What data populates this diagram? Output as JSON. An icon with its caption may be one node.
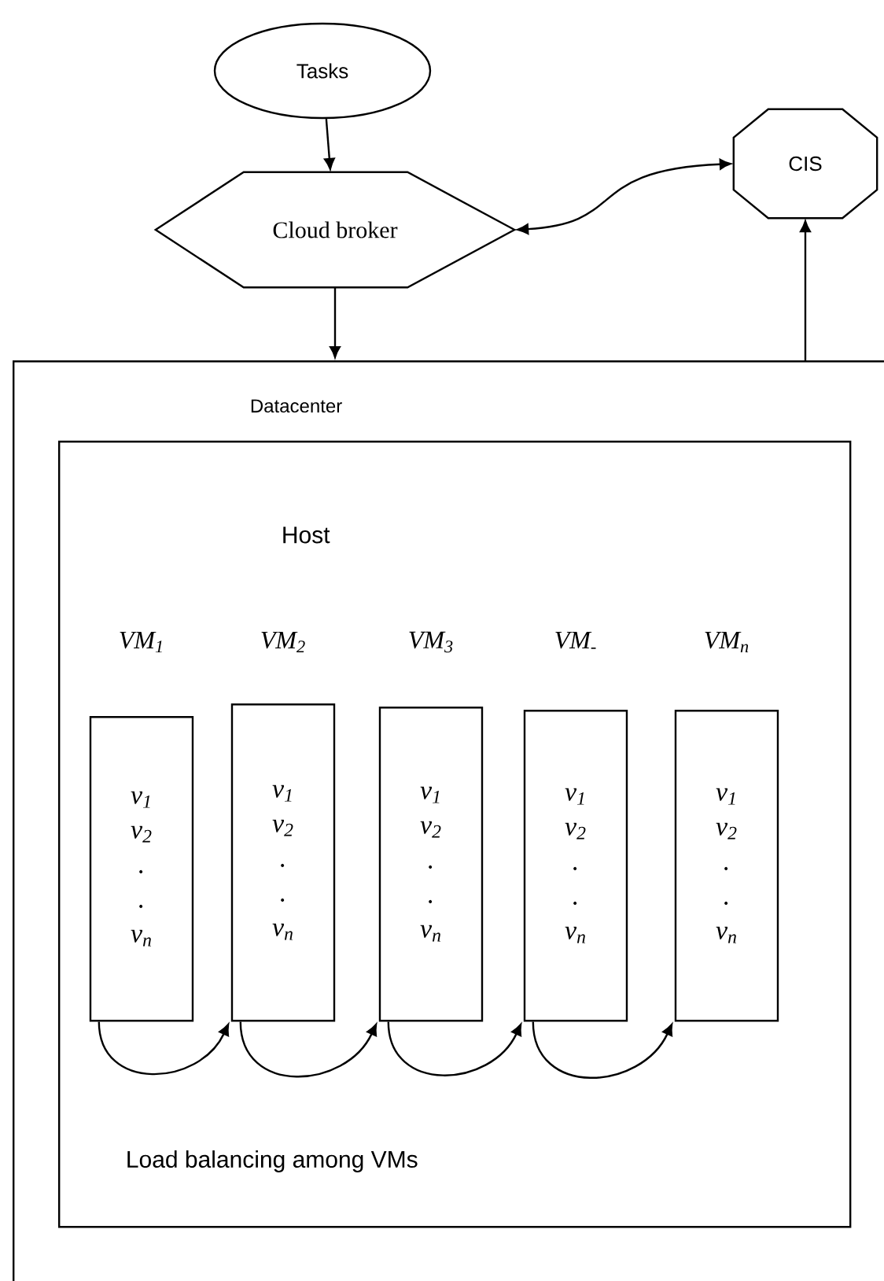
{
  "diagram": {
    "nodes": [
      {
        "text": [
          "Tasks"
        ]
      },
      {
        "text": [
          "Cloud broker"
        ]
      },
      {
        "text": [
          "CIS"
        ]
      },
      {
        "text": [
          "Datacenter"
        ]
      },
      {
        "text": [
          "Host",
          "Load balancing among VMs"
        ],
        "in": 3
      },
      {
        "text": [
          "VM$_{1}$",
          "v$_{1}$",
          "v$_{2}$",
          ".",
          ".",
          "v$_{n}$"
        ],
        "in": 4
      },
      {
        "text": [
          "VM$_{2}$",
          "v$_{1}$",
          "v$_{2}$",
          ".",
          ".",
          "v$_{n}$"
        ],
        "in": 4
      },
      {
        "text": [
          "VM$_{3}$",
          "v$_{1}$",
          "v$_{2}$",
          ".",
          ".",
          "v$_{n}$"
        ],
        "in": 4
      },
      {
        "text": [
          "VM$_{-}$",
          "v$_{1}$",
          "v$_{2}$",
          ".",
          ".",
          "v$_{n}$"
        ],
        "in": 4
      },
      {
        "text": [
          "VM$_{n}$",
          "v$_{1}$",
          "v$_{2}$",
          ".",
          ".",
          "v$_{n}$"
        ],
        "in": 4
      }
    ],
    "edges": [
      {
        "from": 0,
        "to": 1,
        "arrow": "to"
      },
      {
        "from": 1,
        "to": 2,
        "arrow": "both"
      },
      {
        "from": 1,
        "to": 3,
        "arrow": "to"
      },
      {
        "from": 3,
        "to": 2,
        "arrow": "to"
      },
      {
        "from": 5,
        "to": 6,
        "arrow": "to"
      },
      {
        "from": 6,
        "to": 7,
        "arrow": "to"
      },
      {
        "from": 7,
        "to": 8,
        "arrow": "to"
      },
      {
        "from": 8,
        "to": 9,
        "arrow": "to"
      }
    ]
  }
}
